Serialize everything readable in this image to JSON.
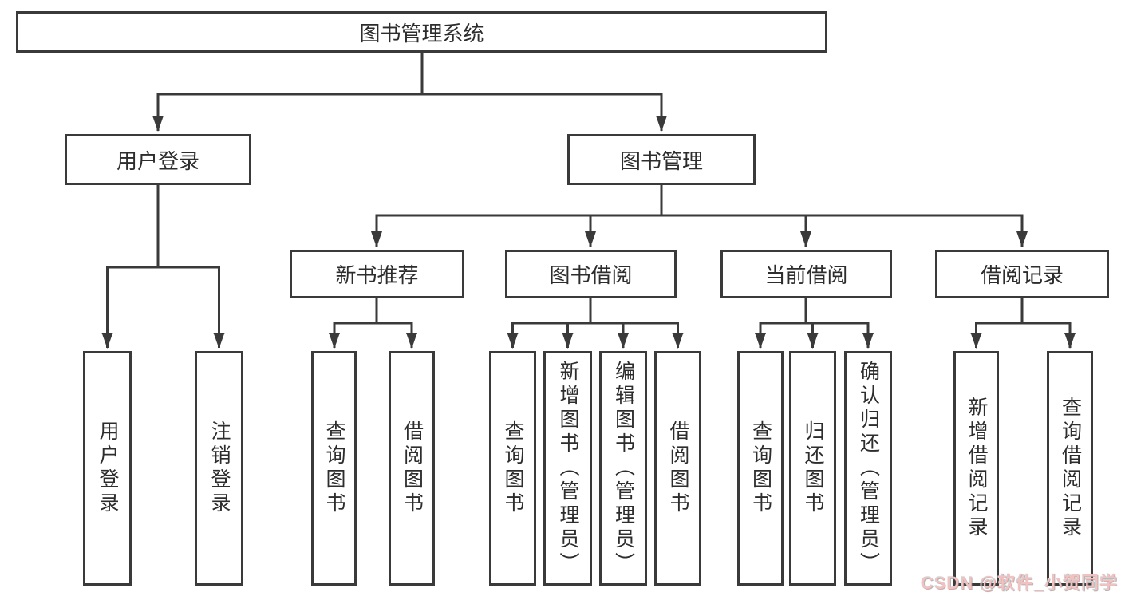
{
  "diagram": {
    "title": "图书管理系统",
    "root": {
      "label": "图书管理系统"
    },
    "level2": [
      {
        "id": "user-login",
        "label": "用户登录"
      },
      {
        "id": "book-management",
        "label": "图书管理"
      }
    ],
    "level3": [
      {
        "id": "new-book-recommend",
        "label": "新书推荐"
      },
      {
        "id": "book-borrow",
        "label": "图书借阅"
      },
      {
        "id": "current-borrow",
        "label": "当前借阅"
      },
      {
        "id": "borrow-records",
        "label": "借阅记录"
      }
    ],
    "leaves": [
      {
        "id": "user-login-leaf",
        "label": "用户登录",
        "parent": "user-login"
      },
      {
        "id": "logout",
        "label": "注销登录",
        "parent": "user-login"
      },
      {
        "id": "query-books-recommend",
        "label": "查询图书",
        "parent": "new-book-recommend"
      },
      {
        "id": "borrow-books-recommend",
        "label": "借阅图书",
        "parent": "new-book-recommend"
      },
      {
        "id": "query-books-borrow",
        "label": "查询图书",
        "parent": "book-borrow"
      },
      {
        "id": "add-books-admin",
        "label": "新增图书（管理员）",
        "parent": "book-borrow"
      },
      {
        "id": "edit-books-admin",
        "label": "编辑图书（管理员）",
        "parent": "book-borrow"
      },
      {
        "id": "borrow-books",
        "label": "借阅图书",
        "parent": "book-borrow"
      },
      {
        "id": "query-books-current",
        "label": "查询图书",
        "parent": "current-borrow"
      },
      {
        "id": "return-books",
        "label": "归还图书",
        "parent": "current-borrow"
      },
      {
        "id": "confirm-return-admin",
        "label": "确认归还（管理员）",
        "parent": "current-borrow"
      },
      {
        "id": "add-borrow-record",
        "label": "新增借阅记录",
        "parent": "borrow-records"
      },
      {
        "id": "query-borrow-record",
        "label": "查询借阅记录",
        "parent": "borrow-records"
      }
    ]
  },
  "watermark": {
    "text": "CSDN @软件_小贺同学"
  },
  "colors": {
    "line": "#3a3a3a",
    "text": "#2d2d2d",
    "background": "#ffffff",
    "watermark": "#f0c2c2"
  }
}
